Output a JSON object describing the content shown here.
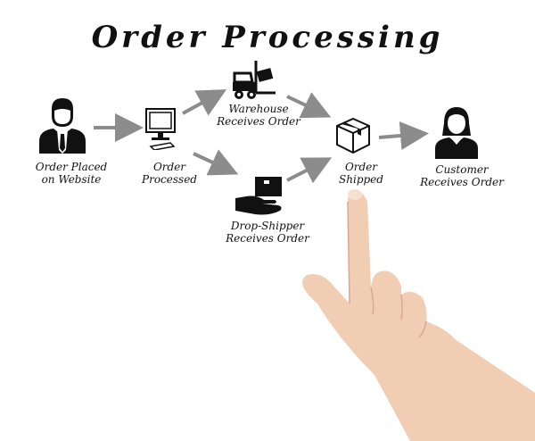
{
  "diagram": {
    "title": "Order Processing",
    "nodes": [
      {
        "id": "order-placed",
        "icon": "businessman-icon",
        "label_lines": [
          "Order Placed",
          "on Website"
        ]
      },
      {
        "id": "order-processed",
        "icon": "computer-icon",
        "label_lines": [
          "Order",
          "Processed"
        ]
      },
      {
        "id": "warehouse",
        "icon": "forklift-icon",
        "label_lines": [
          "Warehouse",
          "Receives Order"
        ]
      },
      {
        "id": "drop-shipper",
        "icon": "hand-package-icon",
        "label_lines": [
          "Drop-Shipper",
          "Receives Order"
        ]
      },
      {
        "id": "order-shipped",
        "icon": "box-icon",
        "label_lines": [
          "Order",
          "Shipped"
        ]
      },
      {
        "id": "customer",
        "icon": "woman-icon",
        "label_lines": [
          "Customer",
          "Receives Order"
        ]
      }
    ],
    "edges": [
      {
        "from": "order-placed",
        "to": "order-processed"
      },
      {
        "from": "order-processed",
        "to": "warehouse"
      },
      {
        "from": "order-processed",
        "to": "drop-shipper"
      },
      {
        "from": "warehouse",
        "to": "order-shipped"
      },
      {
        "from": "drop-shipper",
        "to": "order-shipped"
      },
      {
        "from": "order-shipped",
        "to": "customer"
      }
    ],
    "colors": {
      "icon": "#111111",
      "arrow": "#8c8c8c",
      "text": "#111111",
      "skin": "#f1cdb3"
    }
  }
}
